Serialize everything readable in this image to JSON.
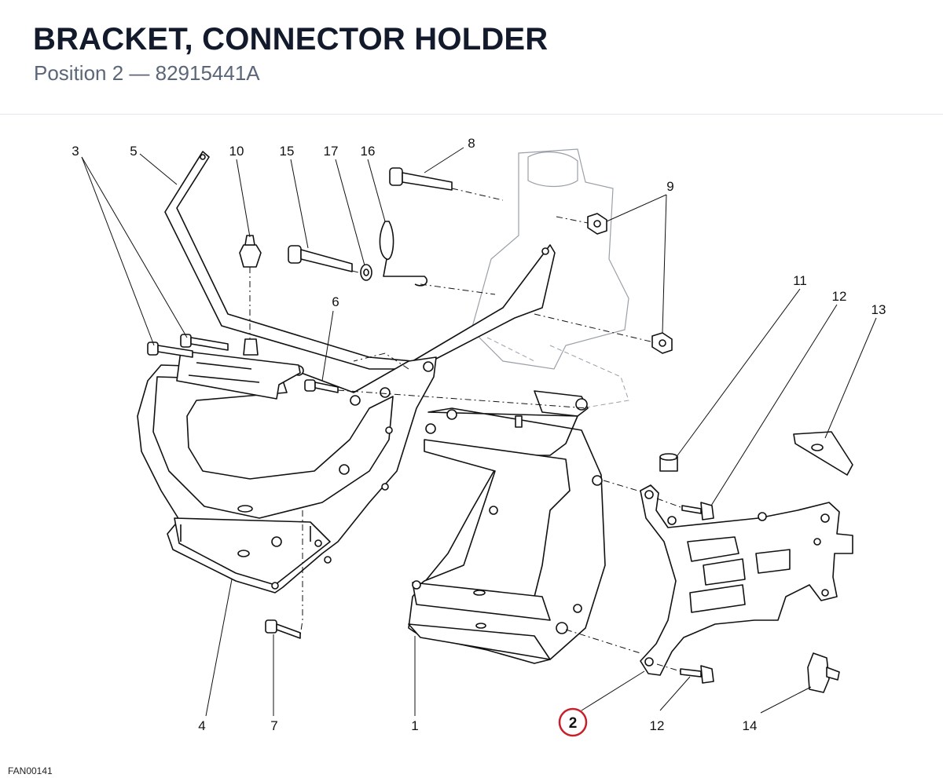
{
  "header": {
    "title": "BRACKET, CONNECTOR HOLDER",
    "subtitle": "Position 2 — 82915441A"
  },
  "callouts": [
    "3",
    "5",
    "10",
    "15",
    "17",
    "16",
    "8",
    "9",
    "6",
    "11",
    "12",
    "13",
    "4",
    "7",
    "1",
    "2",
    "12",
    "14"
  ],
  "highlight": {
    "label": "2",
    "color": "#c8202a"
  },
  "drawing_code": "FAN00141"
}
